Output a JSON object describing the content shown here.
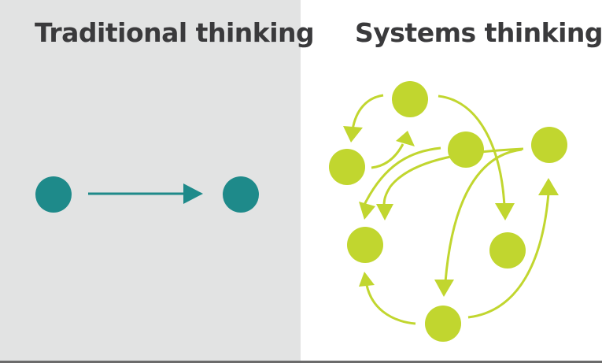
{
  "left_panel": {
    "title": "Traditional thinking",
    "background": "#e2e3e3",
    "node_color": "#1e8a8a",
    "nodes": [
      {
        "id": "cause"
      },
      {
        "id": "effect"
      }
    ],
    "edges": [
      {
        "from": "cause",
        "to": "effect"
      }
    ]
  },
  "right_panel": {
    "title": "Systems thinking",
    "background": "#ffffff",
    "node_color": "#c1d62f",
    "nodes": [
      {
        "id": "n1"
      },
      {
        "id": "n2"
      },
      {
        "id": "n3"
      },
      {
        "id": "n4"
      },
      {
        "id": "n5"
      },
      {
        "id": "n6"
      },
      {
        "id": "n7"
      }
    ],
    "edges": [
      {
        "from": "n1",
        "to": "n2"
      },
      {
        "from": "n2",
        "to": "n1"
      },
      {
        "from": "n1",
        "to": "n6"
      },
      {
        "from": "n3",
        "to": "n5"
      },
      {
        "from": "n4",
        "to": "n5"
      },
      {
        "from": "n4",
        "to": "n7"
      },
      {
        "from": "n7",
        "to": "n4"
      },
      {
        "from": "n7",
        "to": "n5"
      }
    ]
  }
}
